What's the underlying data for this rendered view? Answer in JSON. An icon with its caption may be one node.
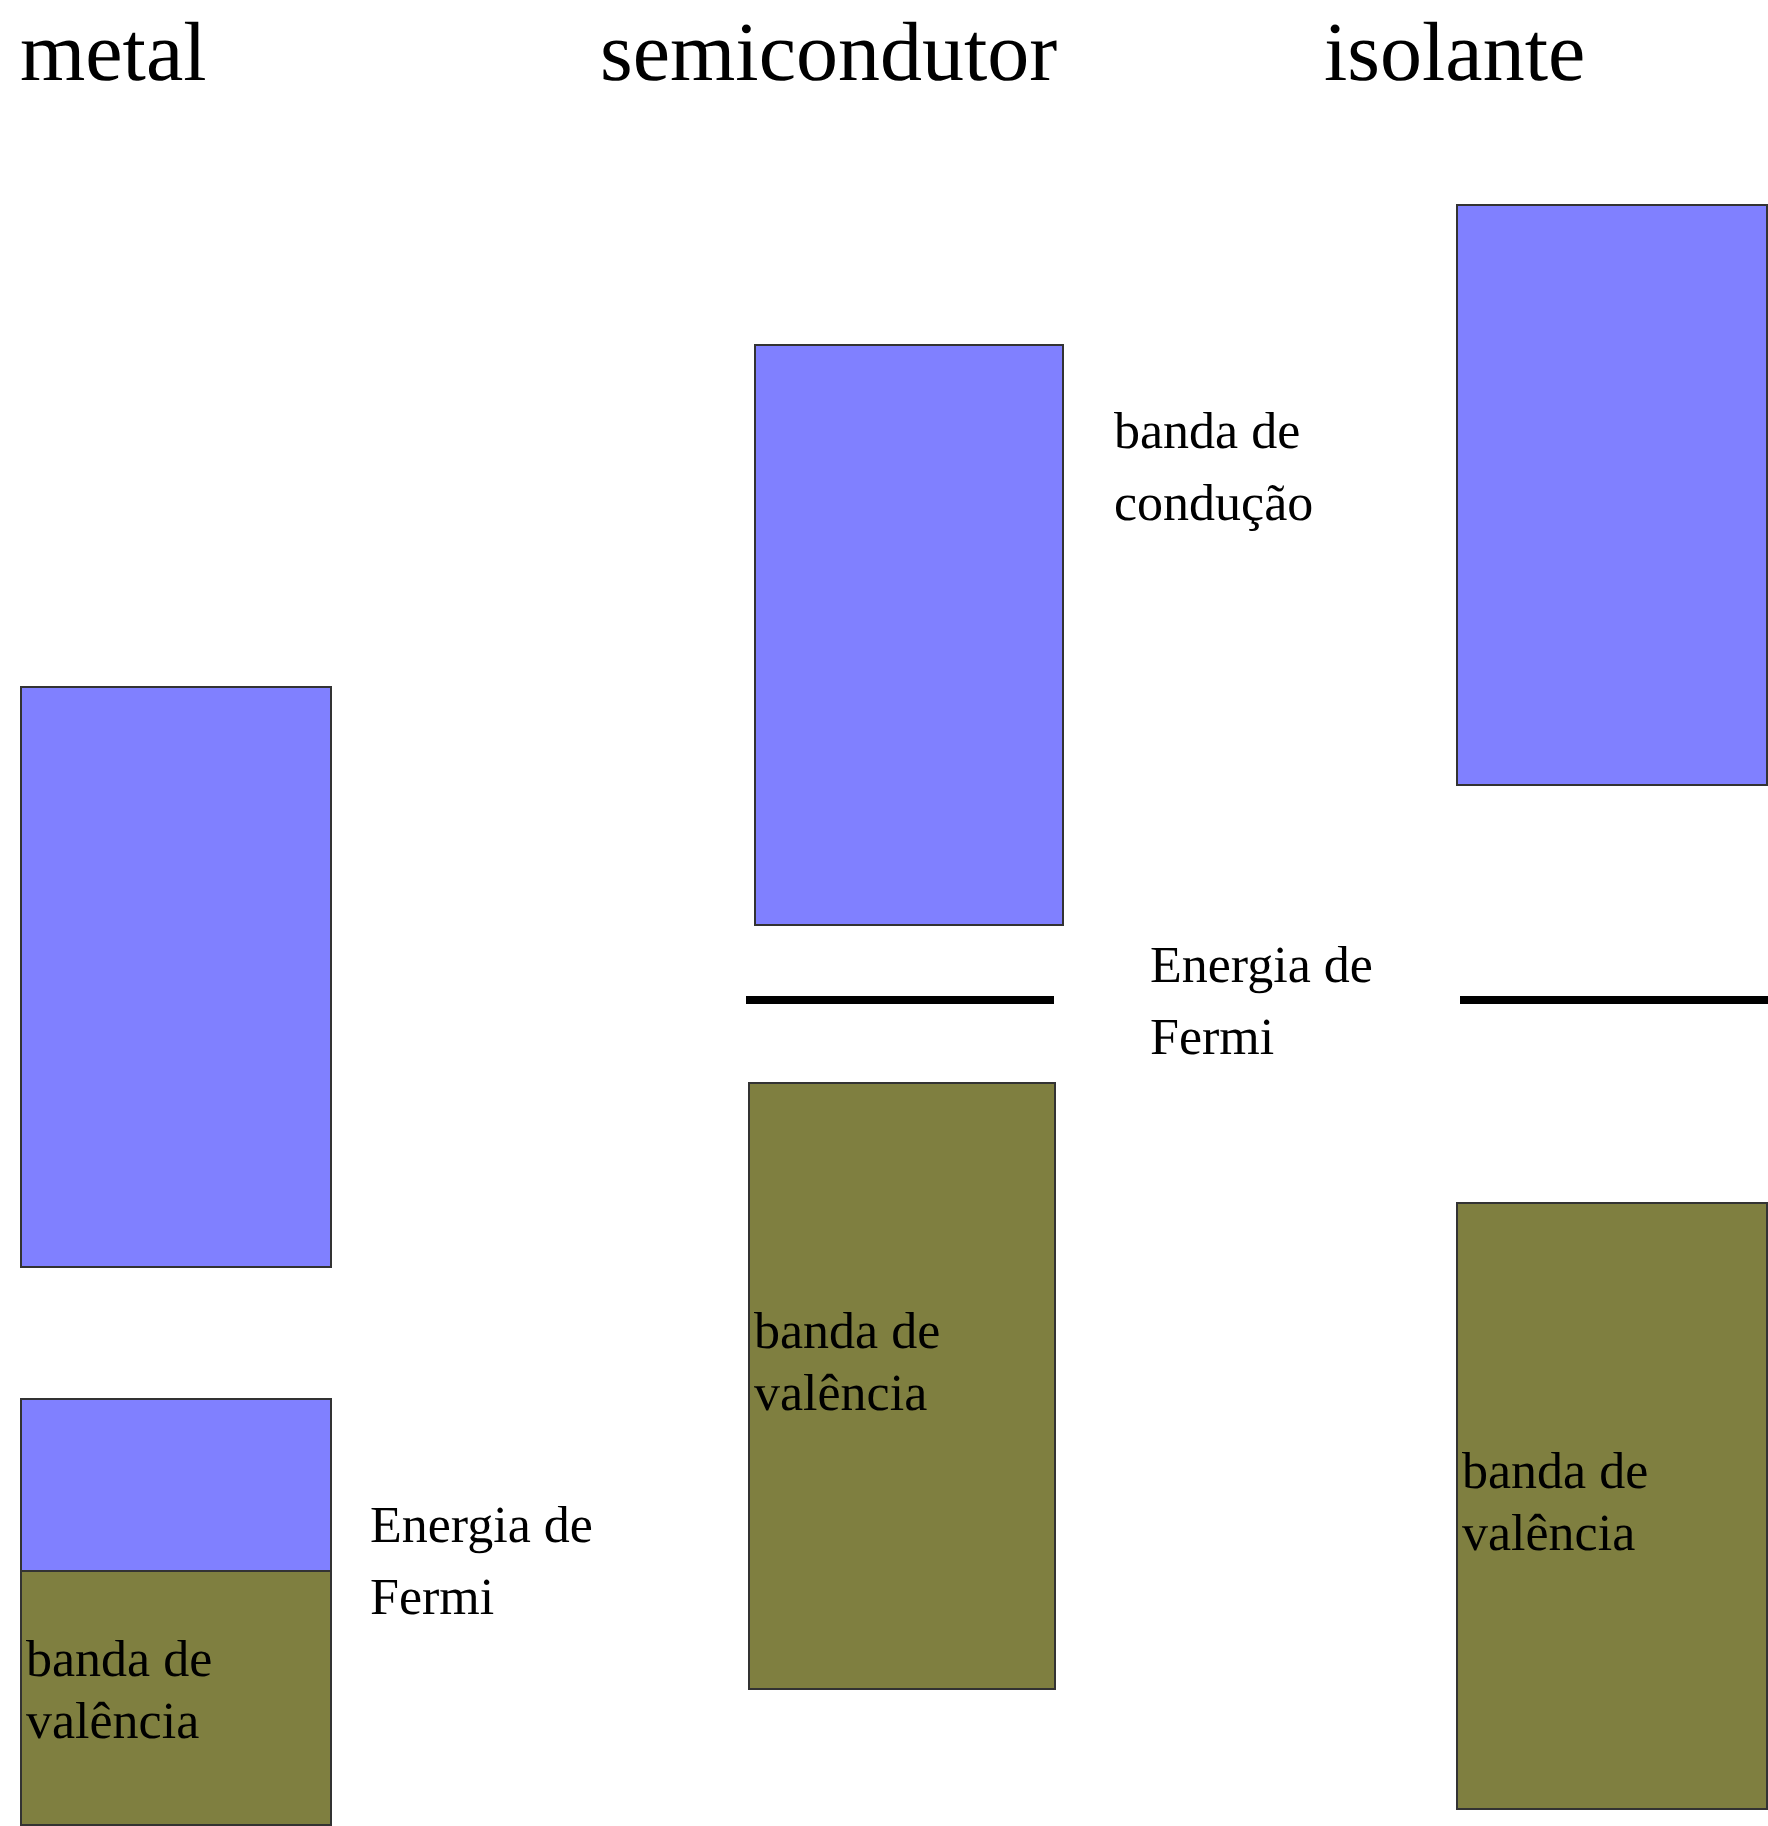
{
  "diagram": {
    "nodes": [
      {
        "text": [],
        "shape": "box"
      },
      {
        "text": [],
        "shape": "box"
      },
      {
        "text": [
          "banda de valência"
        ]
      },
      {
        "text": [],
        "shape": "box"
      },
      {
        "text": [
          "banda de valência"
        ]
      },
      {
        "text": [],
        "shape": "box"
      },
      {
        "text": [
          "banda de valência"
        ]
      }
    ],
    "labels": [
      "metal",
      "semicondutor",
      "isolante",
      "banda de condução",
      "Energia de Fermi",
      "Energia de Fermi"
    ]
  }
}
